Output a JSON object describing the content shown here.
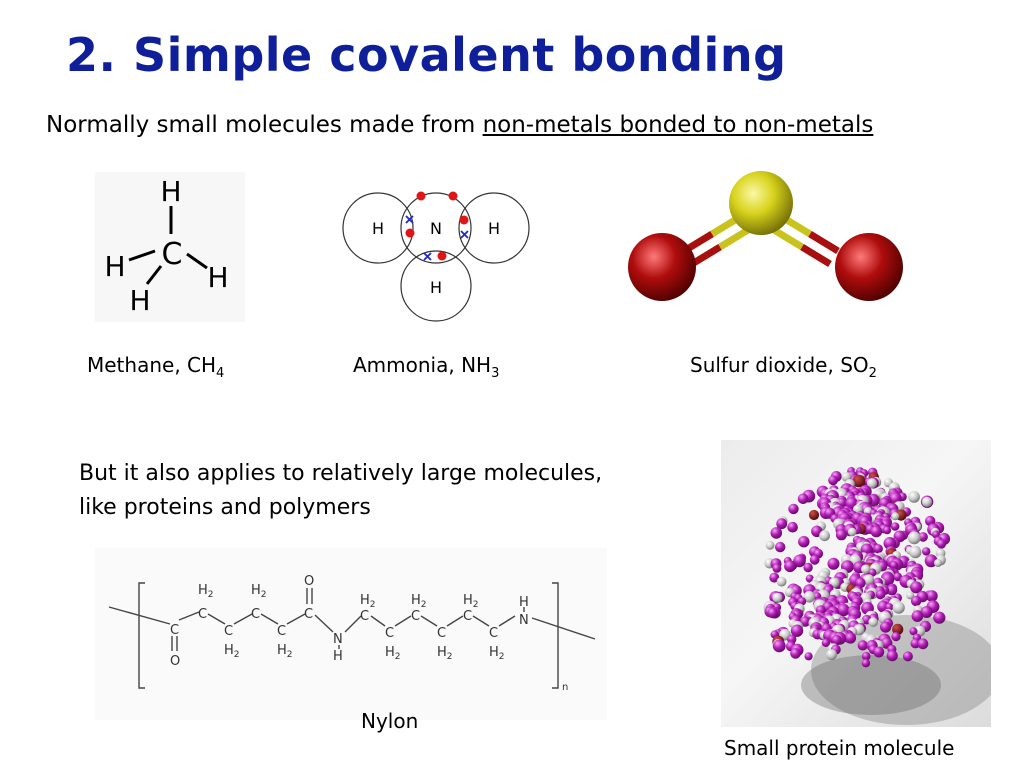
{
  "slide": {
    "title": "2. Simple covalent bonding",
    "subtitle_prefix": "Normally small molecules made from ",
    "subtitle_link": "non-metals bonded to non-metals",
    "paragraph_line1": "But it also applies to relatively large molecules,",
    "paragraph_line2": "like proteins and polymers"
  },
  "methane": {
    "caption_name": "Methane, CH",
    "caption_sub": "4",
    "atoms": {
      "top": "H",
      "center": "C",
      "left": "H",
      "right": "H",
      "bottom": "H"
    }
  },
  "ammonia": {
    "caption_name": "Ammonia, NH",
    "caption_sub": "3",
    "labels": {
      "left": "H",
      "center": "N",
      "right": "H",
      "bottom": "H"
    }
  },
  "sulfur_dioxide": {
    "caption_name": "Sulfur dioxide, SO",
    "caption_sub": "2",
    "colors": {
      "sulfur": "#d8d31c",
      "oxygen": "#b00d0d"
    }
  },
  "nylon": {
    "caption": "Nylon",
    "repeat_sub": "n",
    "labels": {
      "h2": "H",
      "h2_sub": "2",
      "c": "C",
      "o": "O",
      "n": "N",
      "h": "H"
    }
  },
  "protein": {
    "caption": "Small protein molecule",
    "colors": {
      "primary": "#b11ab4",
      "secondary": "#c8c8c8",
      "accent": "#7a0d0d"
    }
  }
}
